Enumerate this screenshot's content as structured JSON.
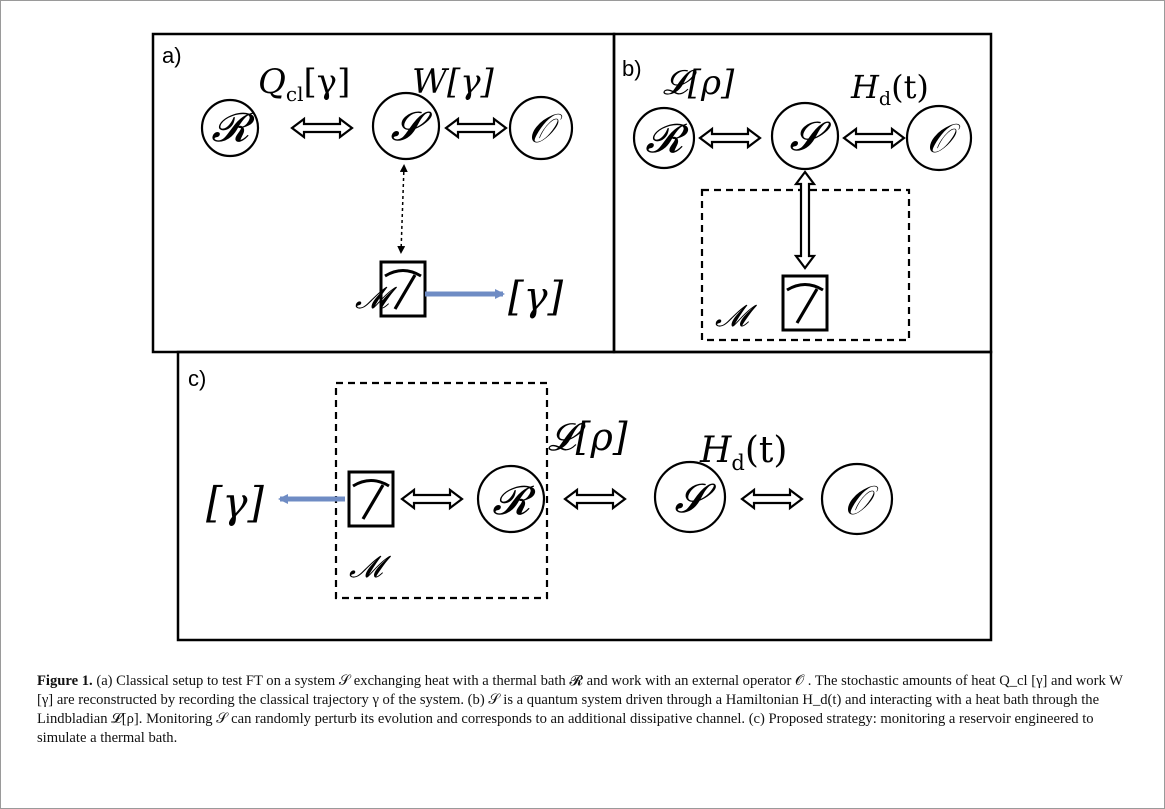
{
  "colors": {
    "measurement_arrow": "#6f8cc4",
    "border": "#000000",
    "dashed": "#000000"
  },
  "panels": {
    "a": {
      "letter": "a)",
      "nodes": {
        "reservoir": "𝓡",
        "system": "𝓢",
        "operator": "𝒪"
      },
      "heat_label": "Q",
      "heat_subscript": "cl",
      "heat_arg": "[γ]",
      "work_label": "W[γ]",
      "meter_label": "𝓜",
      "trajectory_label": "[γ]"
    },
    "b": {
      "letter": "b)",
      "nodes": {
        "reservoir": "𝓡",
        "system": "𝓢",
        "operator": "𝒪"
      },
      "lindblad_label": "𝓛[ρ]",
      "hamiltonian_label": "H",
      "hamiltonian_subscript": "d",
      "hamiltonian_arg": "(t)",
      "meter_label": "𝓜"
    },
    "c": {
      "letter": "c)",
      "nodes": {
        "reservoir": "𝓡",
        "system": "𝓢",
        "operator": "𝒪"
      },
      "lindblad_label": "𝓛[ρ]",
      "hamiltonian_label": "H",
      "hamiltonian_subscript": "d",
      "hamiltonian_arg": "(t)",
      "meter_label": "𝓜",
      "trajectory_label": "[γ]"
    }
  },
  "caption": {
    "label": "Figure 1.",
    "text": "(a) Classical setup to test FT on a system 𝒮 exchanging heat with a thermal bath 𝓡 and work with an external operator 𝒪 . The stochastic amounts of heat Q_cl [γ] and work W [γ] are reconstructed by recording the classical trajectory γ of the system. (b) 𝒮 is a quantum system driven through a Hamiltonian H_d(t) and interacting with a heat bath through the Lindbladian 𝓛[ρ]. Monitoring 𝒮 can randomly perturb its evolution and corresponds to an additional dissipative channel. (c) Proposed strategy: monitoring a reservoir engineered to simulate a thermal bath."
  }
}
